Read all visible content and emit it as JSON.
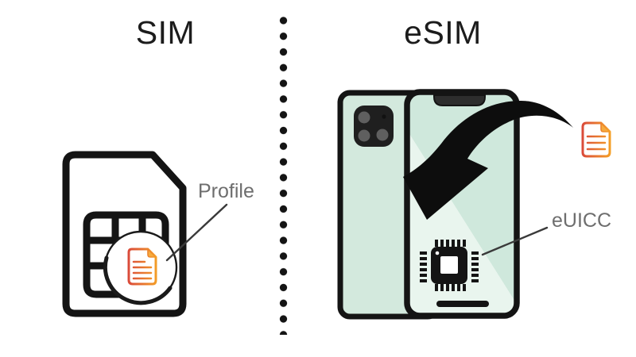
{
  "titles": {
    "left": "SIM",
    "right": "eSIM"
  },
  "labels": {
    "profile": "Profile",
    "euicc": "eUICC"
  },
  "colors": {
    "ink": "#141414",
    "label-gray": "#6e6e6e",
    "phone-mint": "#d3e9dd",
    "screen-mint": "#cfe8dc",
    "screen-sheen": "#e9f5ee",
    "doc-red": "#d9473b",
    "doc-orange": "#f5a226",
    "doc-fold": "#f6ab3e",
    "camera-body": "#1f1f1f",
    "lens-gray": "#5f5f5f",
    "notch-gray": "#2d2d2d",
    "bg": "#ffffff"
  },
  "icons": {
    "sim_card": "sim-card-icon",
    "profile_document": "document-profile-icon",
    "dotted_divider": "dotted-divider",
    "phone_back": "phone-back-icon",
    "camera": "camera-icon",
    "phone_front": "phone-front-icon",
    "euicc_chip": "euicc-chip-icon",
    "download_arrow": "download-arrow-icon",
    "esim_document": "document-esim-icon"
  }
}
